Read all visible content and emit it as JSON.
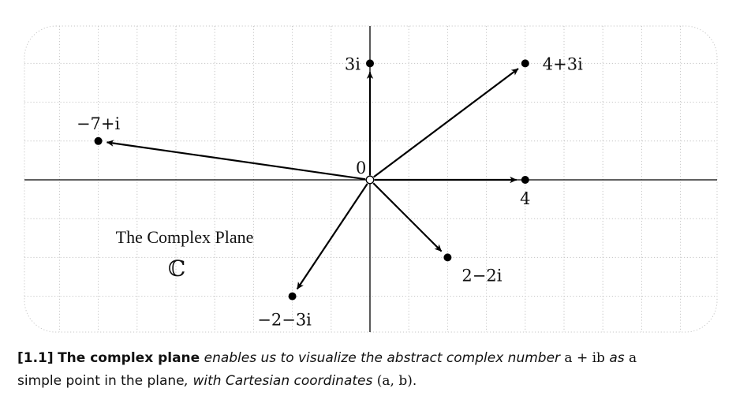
{
  "figure": {
    "origin_label": "0",
    "plane_title": "The Complex Plane",
    "plane_symbol": "ℂ",
    "points": [
      {
        "re": 0,
        "im": 3,
        "label": "3i"
      },
      {
        "re": 4,
        "im": 3,
        "label": "4+3i"
      },
      {
        "re": -7,
        "im": 1,
        "label": "−7+i"
      },
      {
        "re": 4,
        "im": 0,
        "label": "4"
      },
      {
        "re": 2,
        "im": -2,
        "label": "2−2i"
      },
      {
        "re": -2,
        "im": -3,
        "label": "−2−3i"
      }
    ]
  },
  "caption": {
    "number": "[1.1]",
    "bold": "The complex plane",
    "text1": "enables us to visualize the abstract complex number",
    "math1": "a + ib",
    "text2": "as",
    "math2": "a",
    "text3": "simple point in the plane",
    "text4": ", with Cartesian coordinates",
    "math3": "(a, b)",
    "text5": "."
  }
}
